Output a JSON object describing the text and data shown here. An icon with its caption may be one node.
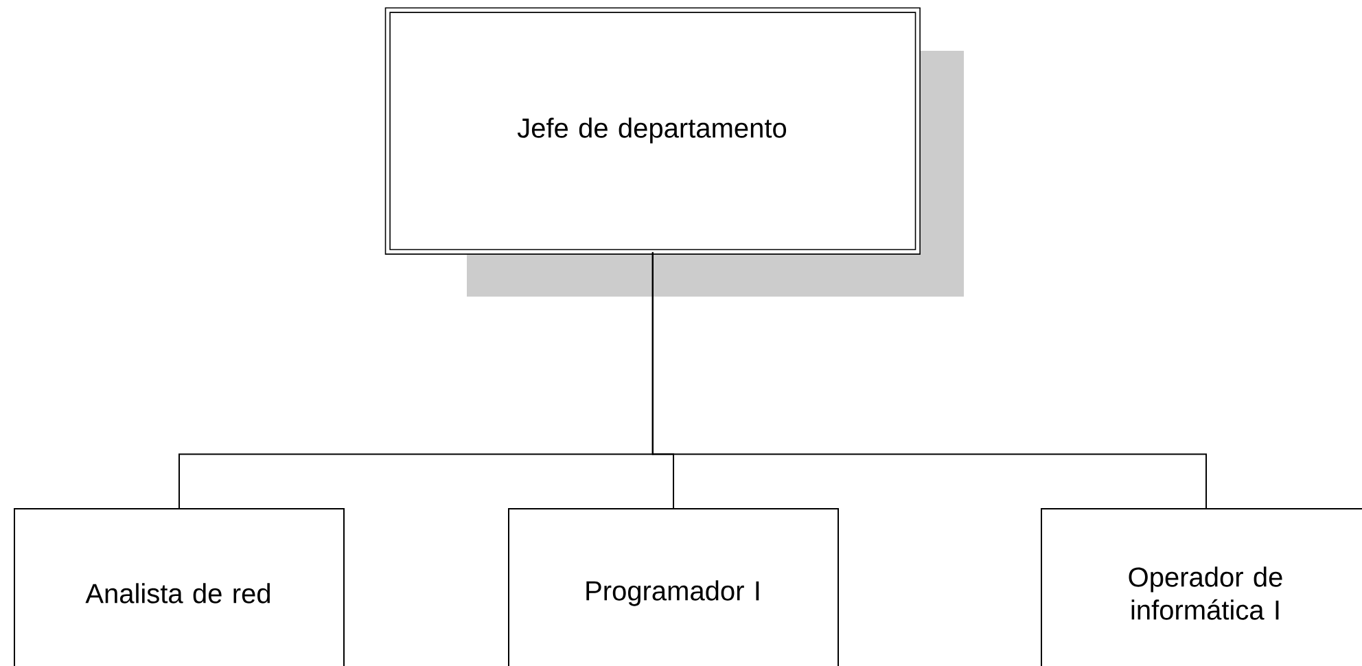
{
  "diagram": {
    "nodes": [
      {
        "text": [
          "Jefe de departamento"
        ]
      },
      {
        "text": [
          "Analista de red"
        ]
      },
      {
        "text": [
          "Programador I"
        ]
      },
      {
        "text": [
          "Operador de informática I"
        ]
      }
    ],
    "edges": [
      {
        "from": 0,
        "to": 1,
        "arrow": "none"
      },
      {
        "from": 0,
        "to": 2,
        "arrow": "none"
      },
      {
        "from": 0,
        "to": 3,
        "arrow": "none"
      }
    ]
  }
}
